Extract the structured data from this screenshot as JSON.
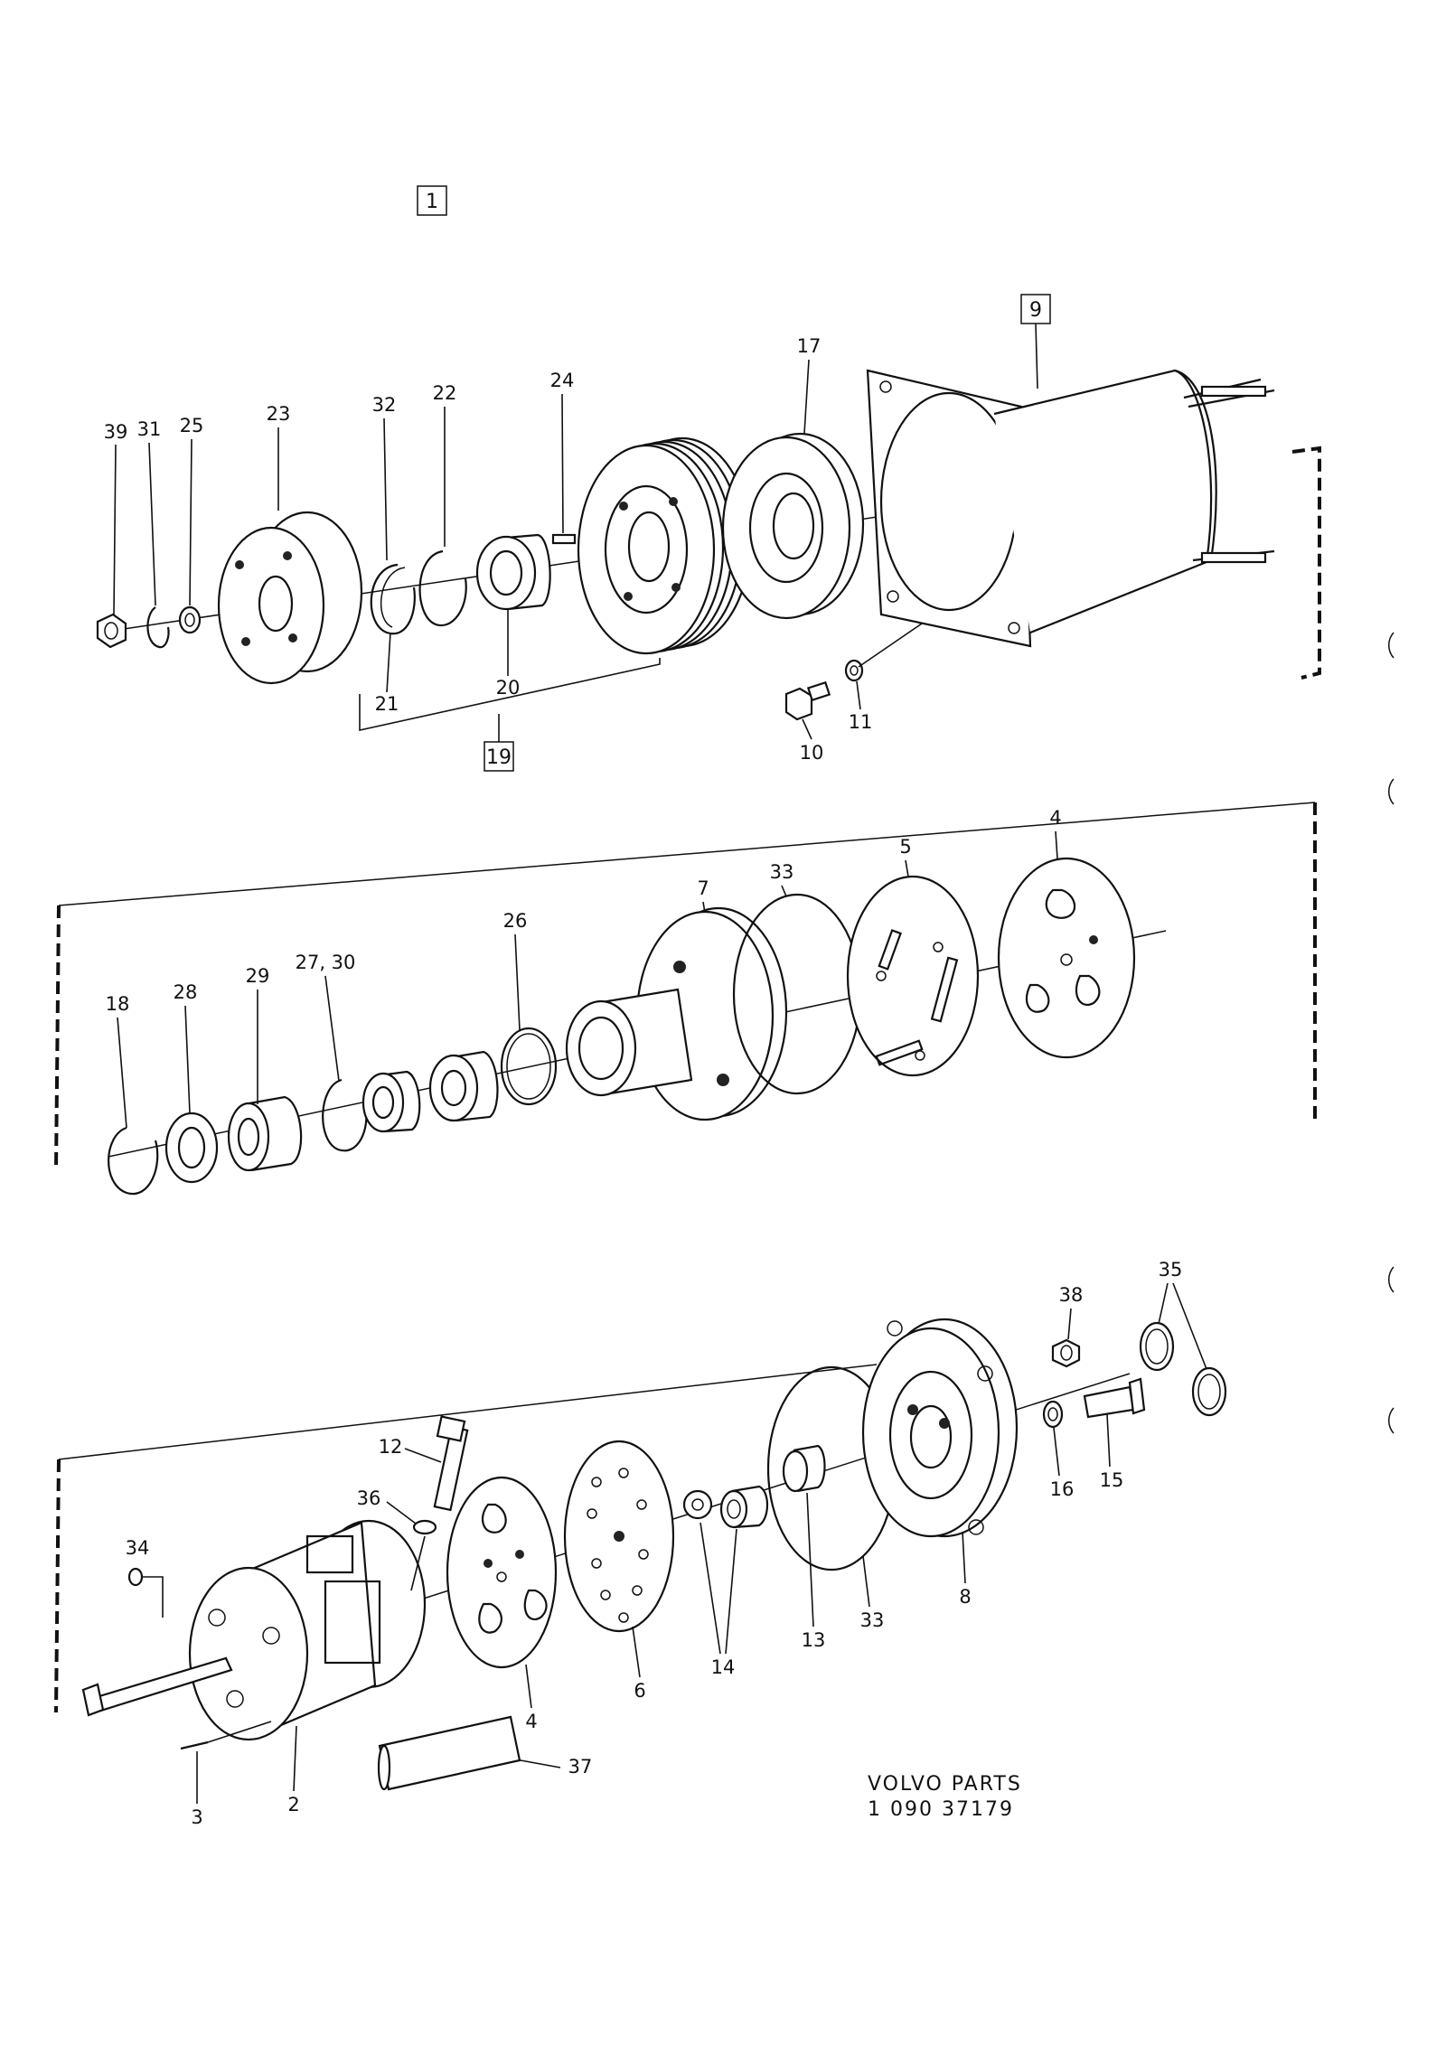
{
  "figure_ref": "1",
  "callouts": {
    "c39": "39",
    "c31": "31",
    "c25": "25",
    "c23": "23",
    "c32": "32",
    "c22": "22",
    "c24": "24",
    "c17": "17",
    "c9": "9",
    "c21": "21",
    "c20": "20",
    "c19": "19",
    "c10": "10",
    "c11": "11",
    "c18": "18",
    "c28": "28",
    "c29": "29",
    "c27_30": "27, 30",
    "c26": "26",
    "c7": "7",
    "c33a": "33",
    "c5": "5",
    "c4a": "4",
    "c35": "35",
    "c38": "38",
    "c16": "16",
    "c15": "15",
    "c12": "12",
    "c36": "36",
    "c34": "34",
    "c13": "13",
    "c33b": "33",
    "c8": "8",
    "c14": "14",
    "c6": "6",
    "c4b": "4",
    "c37": "37",
    "c3": "3",
    "c2": "2"
  },
  "footer": {
    "brand": "VOLVO PARTS",
    "code": "1 090 37179"
  }
}
